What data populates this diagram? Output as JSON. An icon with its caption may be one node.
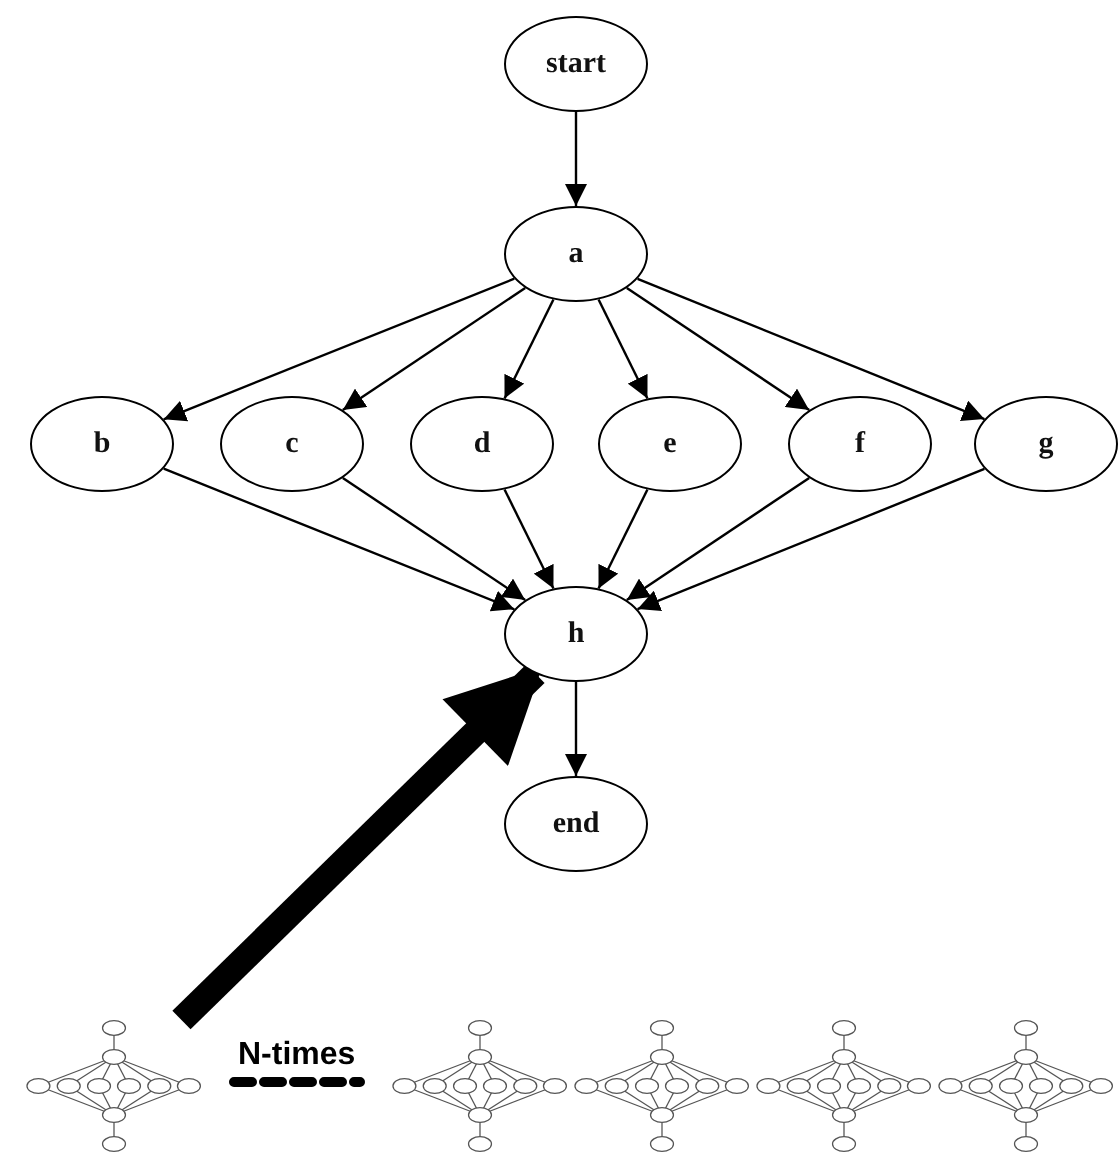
{
  "diagram": {
    "nodes": [
      {
        "text": [
          "start"
        ]
      },
      {
        "text": [
          "a"
        ]
      },
      {
        "text": [
          "b"
        ]
      },
      {
        "text": [
          "c"
        ]
      },
      {
        "text": [
          "d"
        ]
      },
      {
        "text": [
          "e"
        ]
      },
      {
        "text": [
          "f"
        ]
      },
      {
        "text": [
          "g"
        ]
      },
      {
        "text": [
          "h"
        ]
      },
      {
        "text": [
          "end"
        ]
      },
      {
        "text": [],
        "shape": "picture"
      },
      {
        "text": [],
        "shape": "picture"
      },
      {
        "text": [],
        "shape": "picture"
      },
      {
        "text": [],
        "shape": "picture"
      },
      {
        "text": [],
        "shape": "picture"
      }
    ],
    "edges": [
      {
        "from": 0,
        "to": 1,
        "arrow": "to"
      },
      {
        "from": 1,
        "to": 2,
        "arrow": "to"
      },
      {
        "from": 1,
        "to": 3,
        "arrow": "to"
      },
      {
        "from": 1,
        "to": 4,
        "arrow": "to"
      },
      {
        "from": 1,
        "to": 5,
        "arrow": "to"
      },
      {
        "from": 1,
        "to": 6,
        "arrow": "to"
      },
      {
        "from": 1,
        "to": 7,
        "arrow": "to"
      },
      {
        "from": 2,
        "to": 8,
        "arrow": "to"
      },
      {
        "from": 3,
        "to": 8,
        "arrow": "to"
      },
      {
        "from": 4,
        "to": 8,
        "arrow": "to"
      },
      {
        "from": 5,
        "to": 8,
        "arrow": "to"
      },
      {
        "from": 6,
        "to": 8,
        "arrow": "to"
      },
      {
        "from": 7,
        "to": 8,
        "arrow": "to"
      },
      {
        "from": 8,
        "to": 9,
        "arrow": "to"
      },
      {
        "from": 10,
        "to": 8,
        "arrow": "to",
        "style": "thick"
      },
      {
        "from": 10,
        "to": 11,
        "arrow": "none",
        "style": "dashed",
        "label": "N-times"
      }
    ]
  }
}
